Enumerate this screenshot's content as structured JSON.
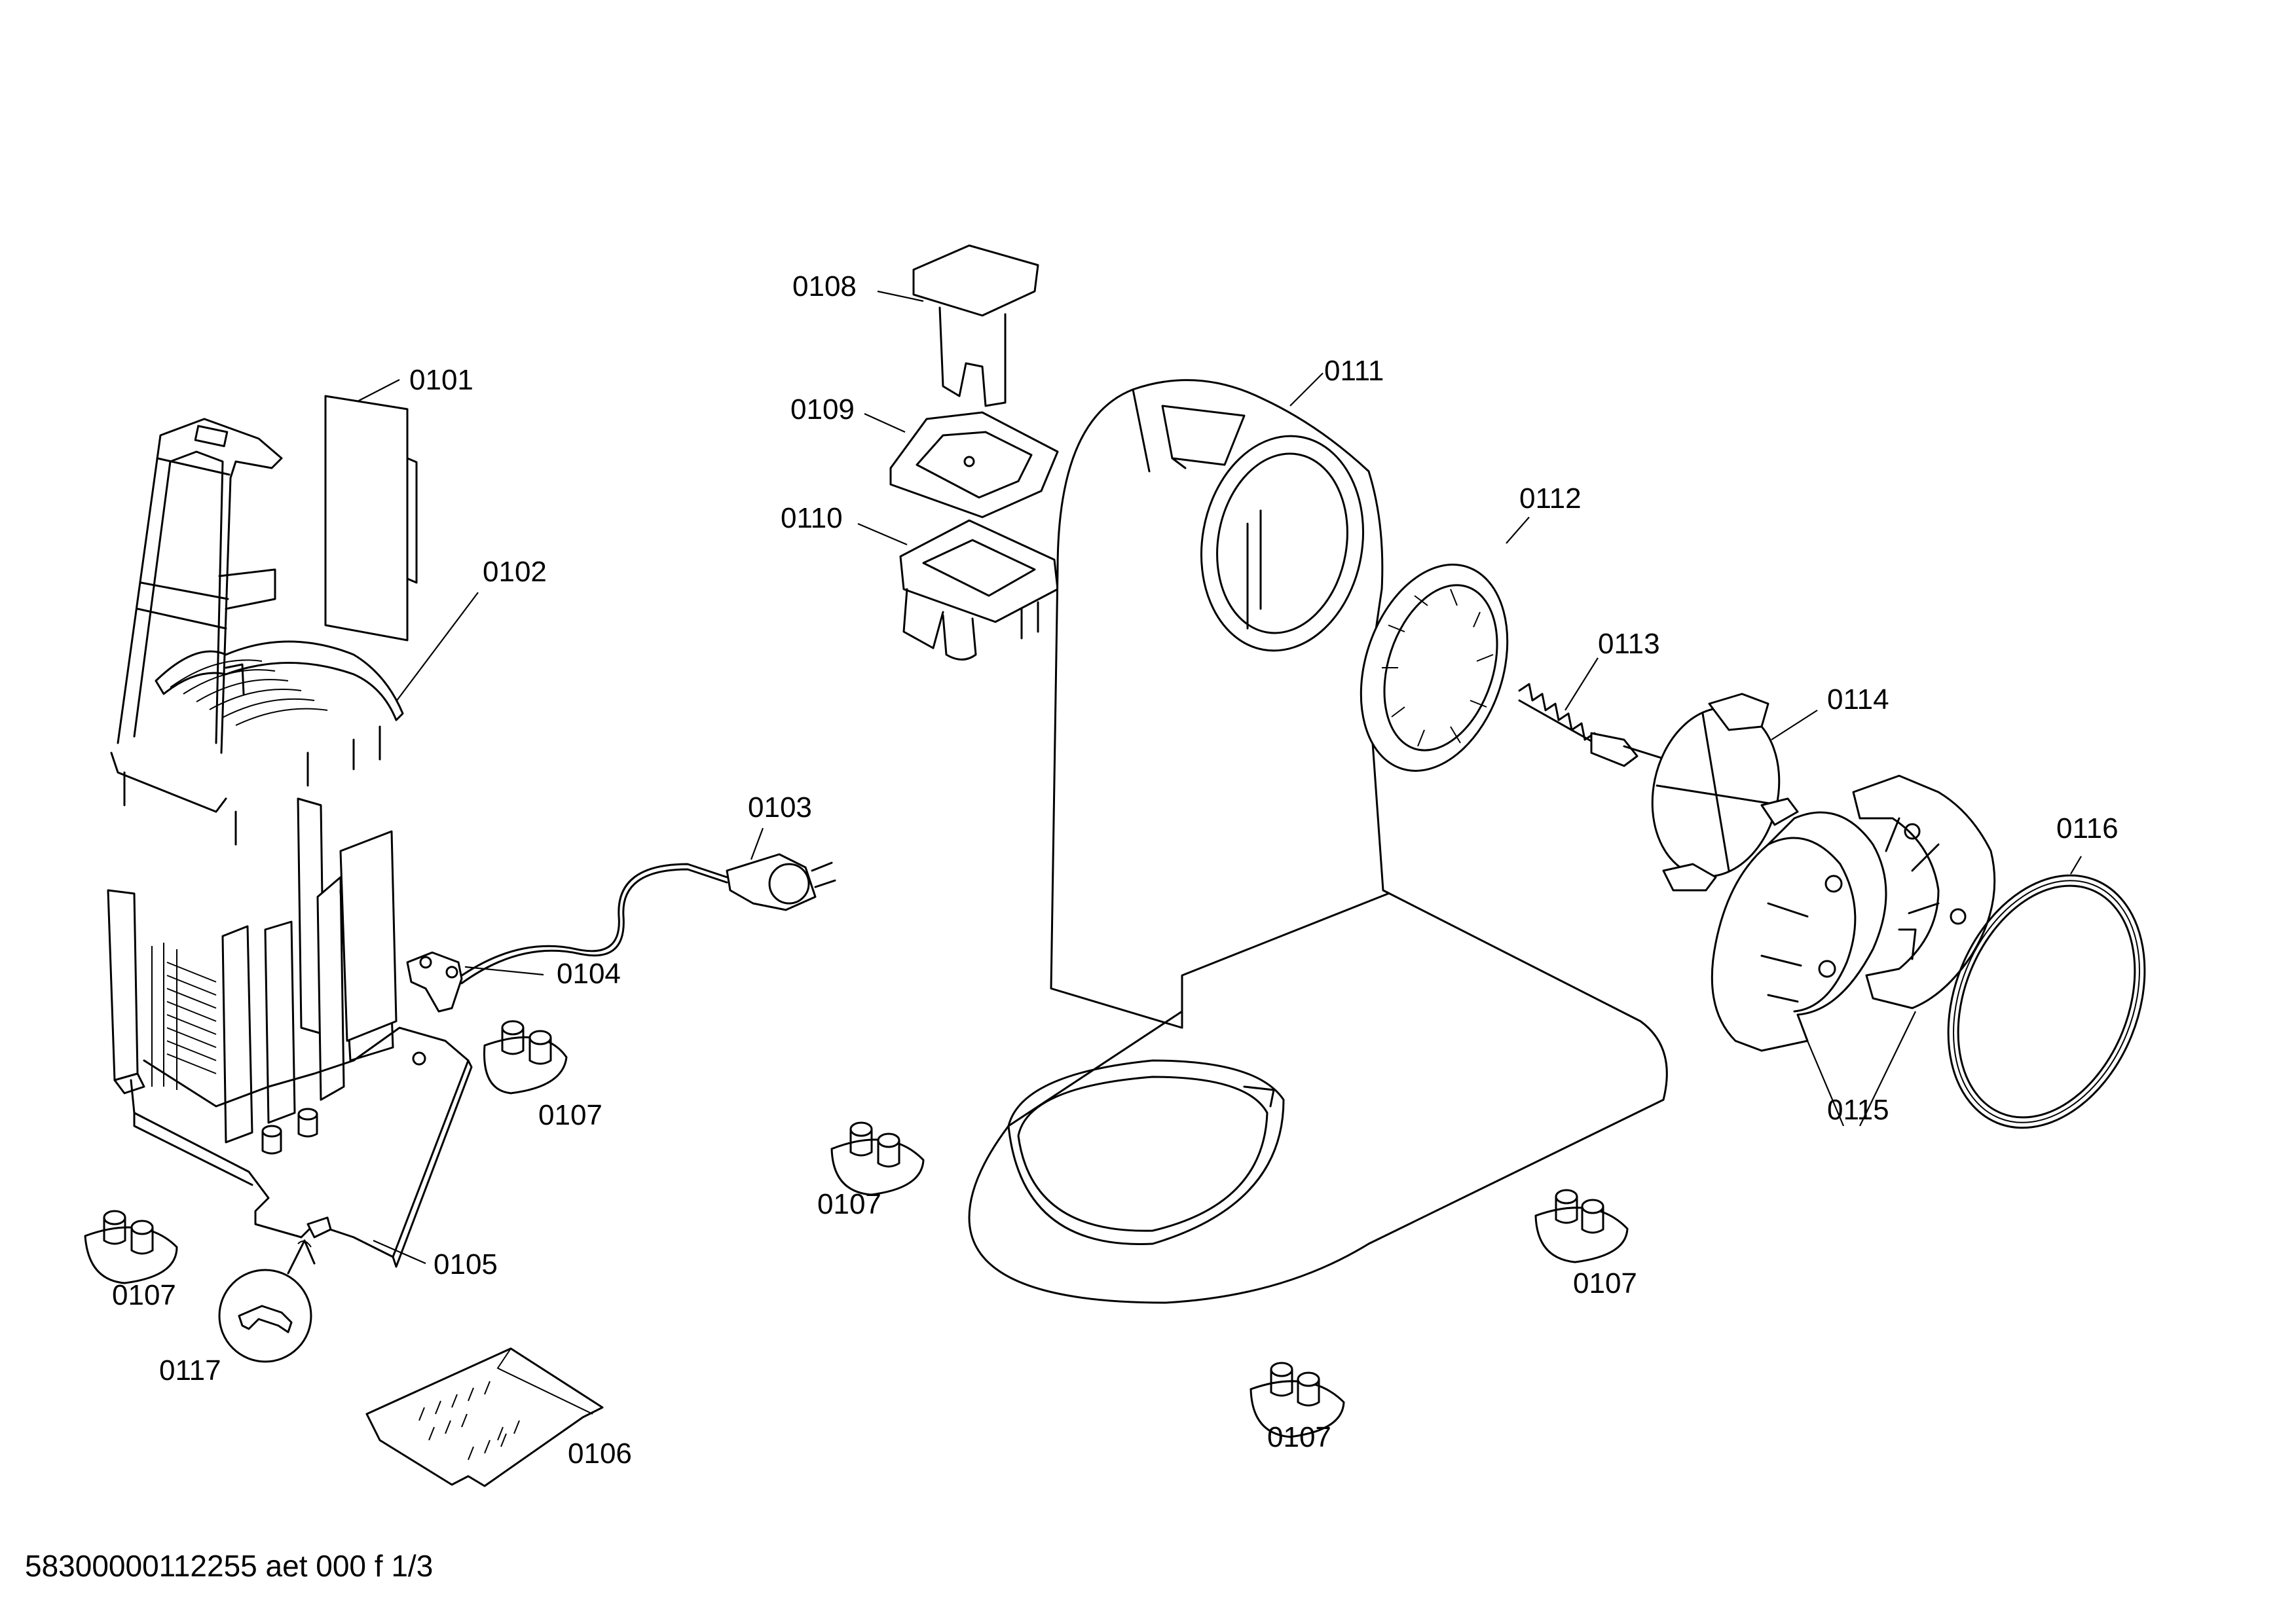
{
  "diagram": {
    "labels": {
      "p0101": "0101",
      "p0102": "0102",
      "p0103": "0103",
      "p0104": "0104",
      "p0105": "0105",
      "p0106": "0106",
      "p0107a": "0107",
      "p0107b": "0107",
      "p0107c": "0107",
      "p0107d": "0107",
      "p0107e": "0107",
      "p0108": "0108",
      "p0109": "0109",
      "p0110": "0110",
      "p0111": "0111",
      "p0112": "0112",
      "p0113": "0113",
      "p0114": "0114",
      "p0115": "0115",
      "p0116": "0116",
      "p0117": "0117"
    },
    "footer": "58300000112255 aet 000 f 1/3"
  }
}
